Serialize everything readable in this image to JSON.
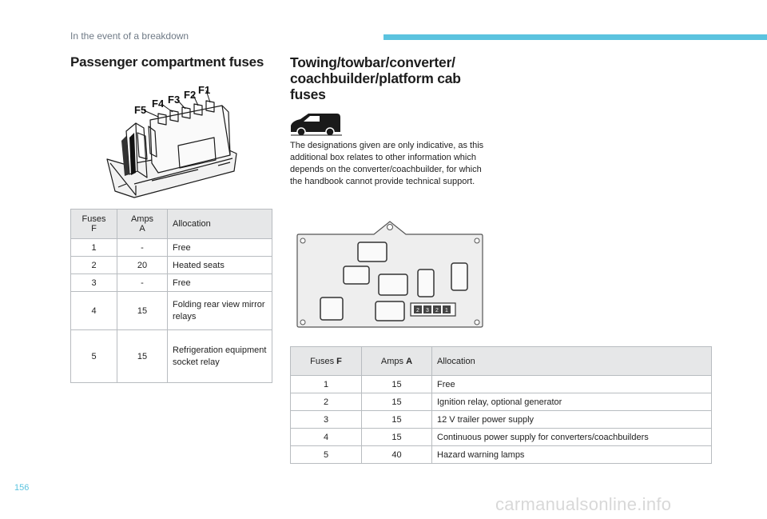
{
  "header": {
    "section": "In the event of a breakdown"
  },
  "left": {
    "title": "Passenger compartment fuses",
    "fuse_labels": [
      "F5",
      "F4",
      "F3",
      "F2",
      "F1"
    ],
    "table": {
      "headers": {
        "fuses": "Fuses",
        "fuses_unit": "F",
        "amps": "Amps",
        "amps_unit": "A",
        "allocation": "Allocation"
      },
      "rows": [
        {
          "fuse": "1",
          "amps": "-",
          "allocation": "Free"
        },
        {
          "fuse": "2",
          "amps": "20",
          "allocation": "Heated seats"
        },
        {
          "fuse": "3",
          "amps": "-",
          "allocation": "Free"
        },
        {
          "fuse": "4",
          "amps": "15",
          "allocation": "Folding rear view mirror relays"
        },
        {
          "fuse": "5",
          "amps": "15",
          "allocation": "Refrigeration equipment socket relay"
        }
      ]
    }
  },
  "right": {
    "title": "Towing/towbar/converter/ coachbuilder/platform cab fuses",
    "description": "The designations given are only indicative, as this additional box relates to other information which depends on the converter/coachbuilder, for which the handbook cannot provide technical support.",
    "relay_labels": [
      "2",
      "3",
      "2",
      "1"
    ],
    "table": {
      "headers": {
        "fuses": "Fuses",
        "fuses_unit": "F",
        "amps": "Amps",
        "amps_unit": "A",
        "allocation": "Allocation"
      },
      "rows": [
        {
          "fuse": "1",
          "amps": "15",
          "allocation": "Free"
        },
        {
          "fuse": "2",
          "amps": "15",
          "allocation": "Ignition relay, optional generator"
        },
        {
          "fuse": "3",
          "amps": "15",
          "allocation": "12 V trailer power supply"
        },
        {
          "fuse": "4",
          "amps": "15",
          "allocation": "Continuous power supply for converters/coachbuilders"
        },
        {
          "fuse": "5",
          "amps": "40",
          "allocation": "Hazard warning lamps"
        }
      ]
    }
  },
  "footer": {
    "page_number": "156",
    "watermark": "carmanualsonline.info"
  }
}
